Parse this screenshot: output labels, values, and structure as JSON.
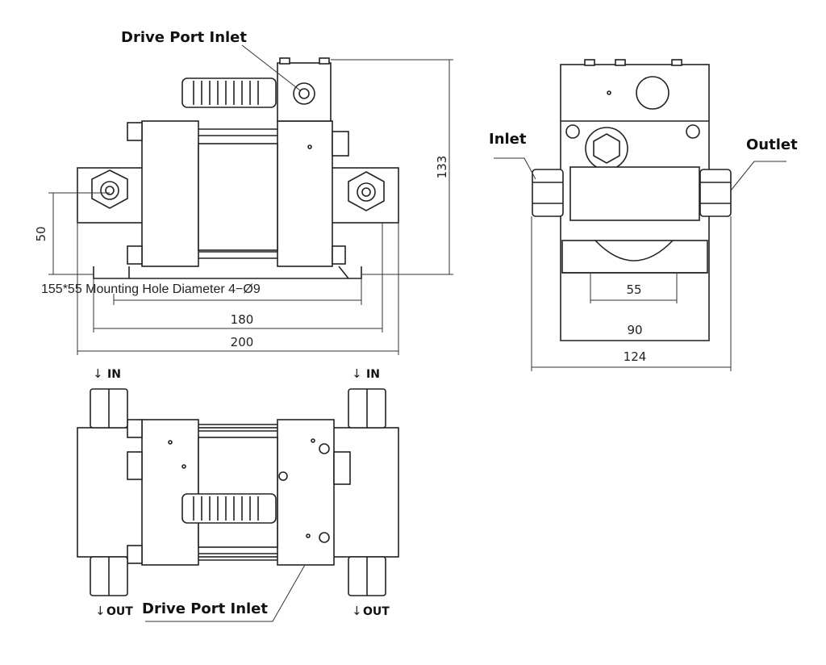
{
  "callouts": {
    "drive_port_top": "Drive Port Inlet",
    "drive_port_bottom": "Drive Port Inlet",
    "inlet": "Inlet",
    "outlet": "Outlet"
  },
  "mounting_note": "155*55 Mounting Hole Diameter 4−Ø9",
  "dimensions": {
    "height": "133",
    "port_height": "50",
    "hole_span": "180",
    "overall_width": "200",
    "bracket_span": "55",
    "base_width": "90",
    "side_width": "124"
  },
  "flow_labels": {
    "in_left": "IN",
    "in_right": "IN",
    "out_left": "OUT",
    "out_right": "OUT"
  },
  "colors": {
    "line": "#222222",
    "fill": "#ffffff",
    "shade": "#e6e6e6"
  }
}
